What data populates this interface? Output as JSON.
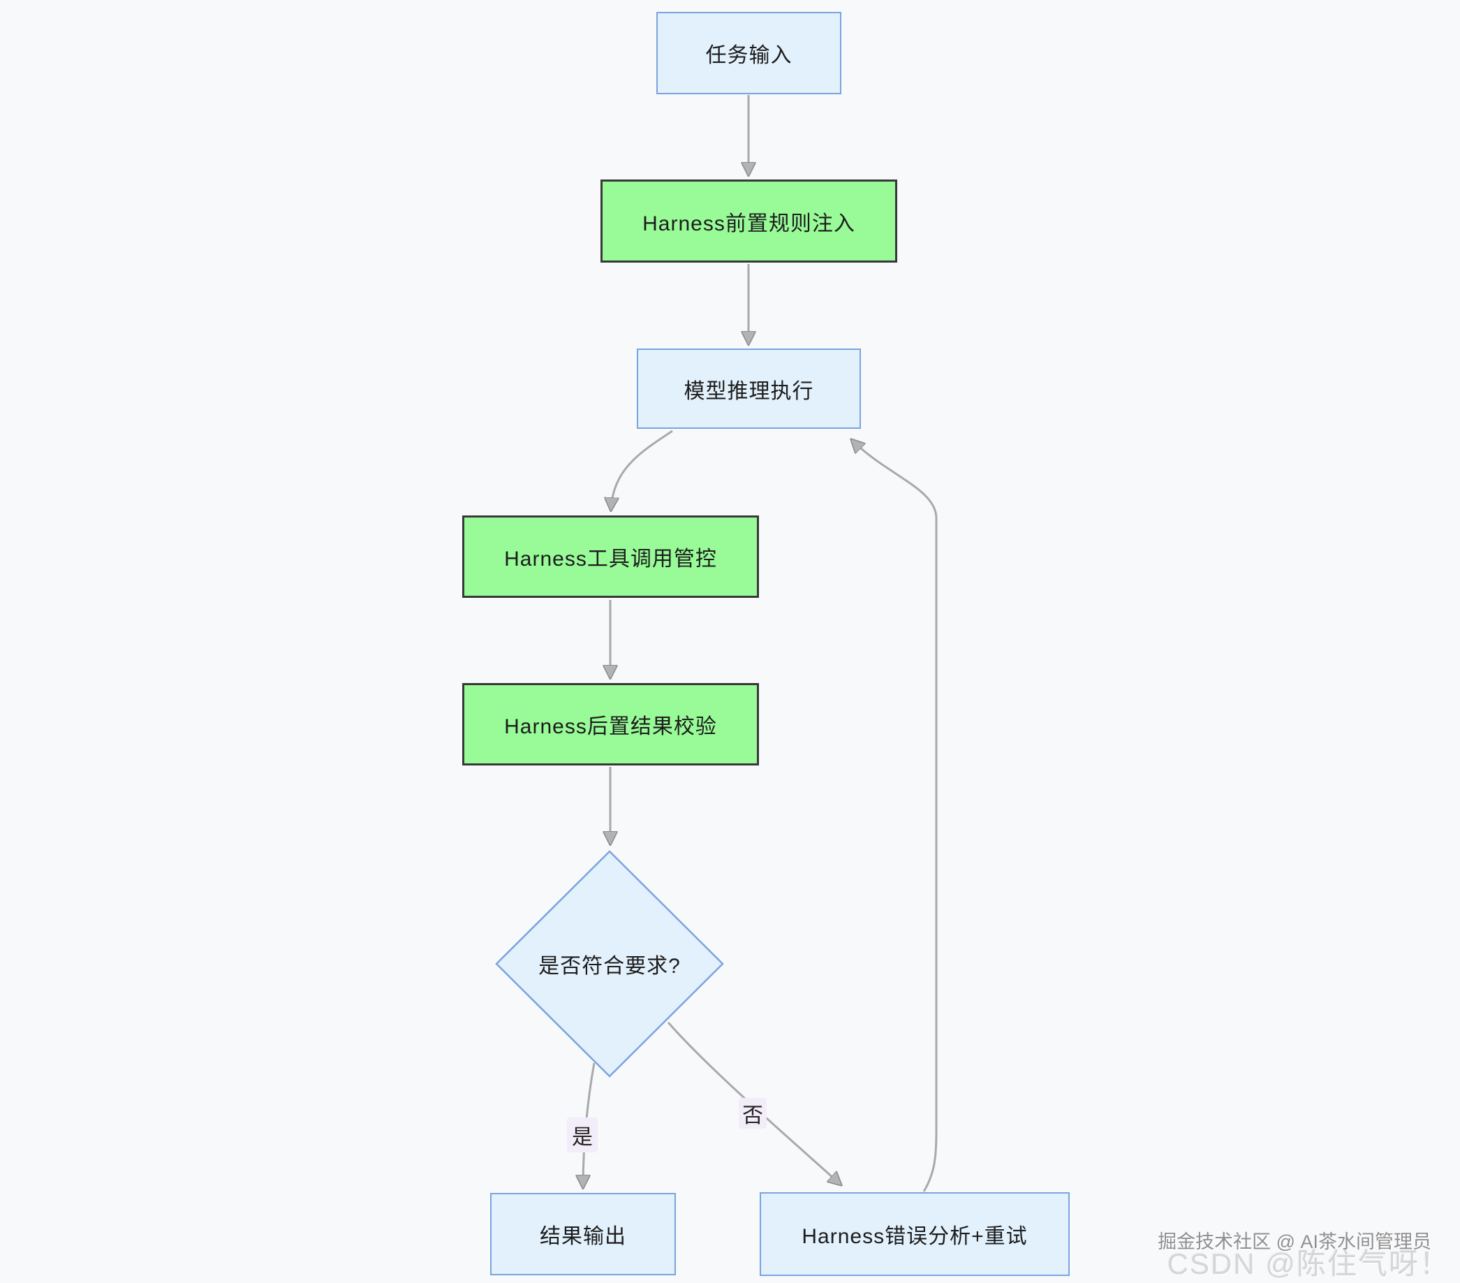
{
  "diagram": {
    "type": "flowchart",
    "nodes": {
      "task_input": {
        "label": "任务输入"
      },
      "pre_rule_injection": {
        "label": "Harness前置规则注入"
      },
      "model_inference": {
        "label": "模型推理执行"
      },
      "tool_call_control": {
        "label": "Harness工具调用管控"
      },
      "post_result_check": {
        "label": "Harness后置结果校验"
      },
      "decision": {
        "label": "是否符合要求?"
      },
      "result_output": {
        "label": "结果输出"
      },
      "error_retry": {
        "label": "Harness错误分析+重试"
      }
    },
    "edge_labels": {
      "yes": "是",
      "no": "否"
    },
    "edges": [
      "task_input -> pre_rule_injection",
      "pre_rule_injection -> model_inference",
      "model_inference -> tool_call_control",
      "tool_call_control -> post_result_check",
      "post_result_check -> decision",
      "decision -(是)-> result_output",
      "decision -(否)-> error_retry",
      "error_retry -> model_inference"
    ],
    "colors": {
      "background": "#f8f9fb",
      "blue_node_fill": "#e2f1fc",
      "blue_node_border": "#7ba3e0",
      "green_node_fill": "#98fb98",
      "green_node_border": "#383838",
      "edge_stroke": "#a9a9a9",
      "arrowhead_fill": "#b3b3b3",
      "edge_label_bg": "#f3edf9",
      "text": "#1c1c1c"
    }
  },
  "watermark": {
    "line1": "掘金技术社区 @ AI茶水间管理员",
    "line2": "CSDN @陈住气呀！"
  }
}
